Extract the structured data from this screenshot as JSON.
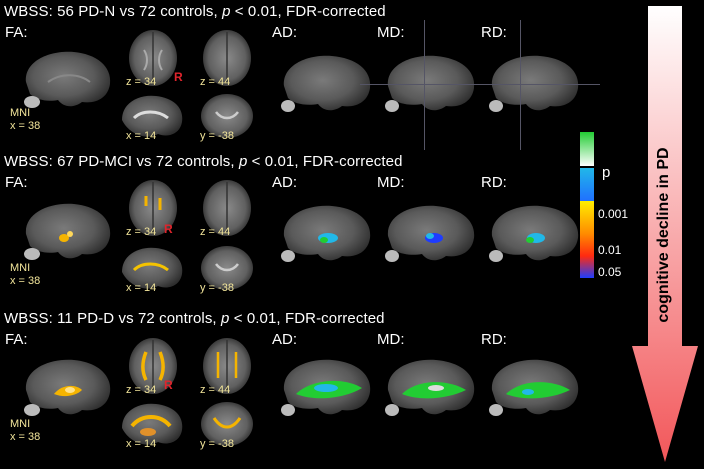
{
  "rows": [
    {
      "title_pre": "WBSS: 56 PD-N vs 72 controls, ",
      "title_p": "p",
      "title_post": " < 0.01, FDR-corrected",
      "fa": "FA:",
      "ad": "AD:",
      "md": "MD:",
      "rd": "RD:",
      "mni": "MNI",
      "x_sag": "x = 38",
      "z1": "z = 34",
      "z2": "z = 44",
      "x_cor": "x = 14",
      "y_cor": "y = -38",
      "r": "R"
    },
    {
      "title_pre": "WBSS: 67 PD-MCI vs 72 controls, ",
      "title_p": "p",
      "title_post": " < 0.01, FDR-corrected",
      "fa": "FA:",
      "ad": "AD:",
      "md": "MD:",
      "rd": "RD:",
      "mni": "MNI",
      "x_sag": "x = 38",
      "z1": "z = 34",
      "z2": "z = 44",
      "x_cor": "x = 14",
      "y_cor": "y = -38",
      "r": "R"
    },
    {
      "title_pre": "WBSS: 11 PD-D vs 72 controls, ",
      "title_p": "p",
      "title_post": " < 0.01, FDR-corrected",
      "fa": "FA:",
      "ad": "AD:",
      "md": "MD:",
      "rd": "RD:",
      "mni": "MNI",
      "x_sag": "x = 38",
      "z1": "z = 34",
      "z2": "z = 44",
      "x_cor": "x = 14",
      "y_cor": "y = -38",
      "r": "R"
    }
  ],
  "colorbar": {
    "title": "p",
    "ticks": [
      "0.001",
      "0.01",
      "0.05"
    ],
    "colors": {
      "green": "#22cc33",
      "white": "#ffffff",
      "yellow": "#f5e000",
      "cyan": "#21b8e8",
      "blue": "#1e3cff",
      "red": "#ff2a10"
    }
  },
  "arrow": {
    "text": "cognitive decline in PD",
    "color_top": "#ffffff",
    "color_bottom": "#f2575a"
  }
}
